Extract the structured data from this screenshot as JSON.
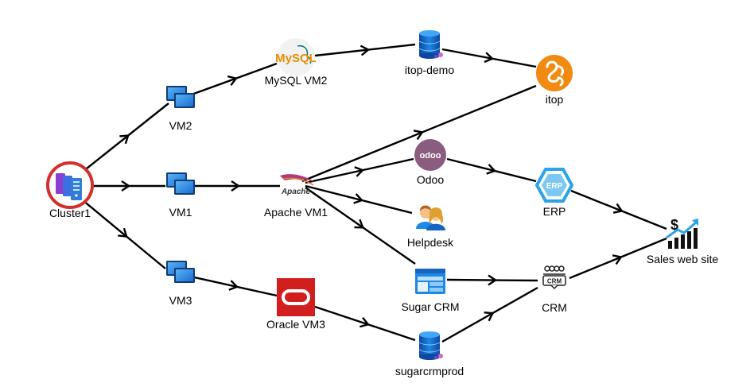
{
  "nodes": {
    "cluster1": {
      "label": "Cluster1",
      "icon": "server-cluster-icon"
    },
    "vm2": {
      "label": "VM2",
      "icon": "virtual-machine-icon"
    },
    "vm1": {
      "label": "VM1",
      "icon": "virtual-machine-icon"
    },
    "vm3": {
      "label": "VM3",
      "icon": "virtual-machine-icon"
    },
    "mysql_vm2": {
      "label": "MySQL VM2",
      "icon": "mysql-logo-icon",
      "logo_text": "MySQL"
    },
    "apache_vm1": {
      "label": "Apache VM1",
      "icon": "apache-logo-icon",
      "logo_text": "Apache"
    },
    "oracle_vm3": {
      "label": "Oracle VM3",
      "icon": "oracle-logo-icon"
    },
    "itop_demo": {
      "label": "itop-demo",
      "icon": "database-icon"
    },
    "odoo": {
      "label": "Odoo",
      "icon": "odoo-logo-icon",
      "logo_text": "odoo"
    },
    "helpdesk": {
      "label": "Helpdesk",
      "icon": "people-icon"
    },
    "sugar_crm": {
      "label": "Sugar CRM",
      "icon": "web-app-icon"
    },
    "sugarcrmprod": {
      "label": "sugarcrmprod",
      "icon": "database-icon"
    },
    "itop": {
      "label": "itop",
      "icon": "itop-logo-icon"
    },
    "erp": {
      "label": "ERP",
      "icon": "erp-hexagon-icon",
      "logo_text": "ERP"
    },
    "crm": {
      "label": "CRM",
      "icon": "crm-people-icon",
      "logo_text": "CRM"
    },
    "sales_web_site": {
      "label": "Sales web site",
      "icon": "sales-chart-icon"
    }
  },
  "edges": [
    [
      "cluster1",
      "vm2"
    ],
    [
      "cluster1",
      "vm1"
    ],
    [
      "cluster1",
      "vm3"
    ],
    [
      "vm2",
      "mysql_vm2"
    ],
    [
      "vm1",
      "apache_vm1"
    ],
    [
      "vm3",
      "oracle_vm3"
    ],
    [
      "mysql_vm2",
      "itop_demo"
    ],
    [
      "itop_demo",
      "itop"
    ],
    [
      "apache_vm1",
      "itop"
    ],
    [
      "apache_vm1",
      "odoo"
    ],
    [
      "apache_vm1",
      "helpdesk"
    ],
    [
      "apache_vm1",
      "sugar_crm"
    ],
    [
      "odoo",
      "erp"
    ],
    [
      "sugar_crm",
      "crm"
    ],
    [
      "oracle_vm3",
      "sugarcrmprod"
    ],
    [
      "sugarcrmprod",
      "crm"
    ],
    [
      "erp",
      "sales_web_site"
    ],
    [
      "crm",
      "sales_web_site"
    ]
  ],
  "colors": {
    "edge": "#000000",
    "cluster_ring": "#d2302c",
    "cluster_blue": "#2f7fd6",
    "cluster_purple": "#8a3fd1",
    "vm_blue": "#1f7fd8",
    "db_blue": "#1565c0",
    "itop_orange": "#f08a10",
    "odoo_purple": "#8a5c7e",
    "erp_blue": "#2aa3e8",
    "oracle_red": "#d11f1f",
    "mysql_orange": "#e48e00",
    "mysql_blue": "#00758f"
  }
}
